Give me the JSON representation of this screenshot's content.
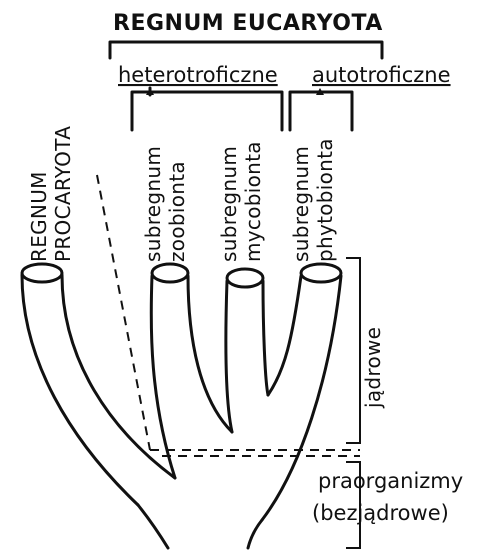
{
  "title": "REGNUM EUCARYOTA",
  "groups": {
    "heterotrophic": "heterotroficzne",
    "autotrophic": "autotroficzne"
  },
  "regnum_procaryota": {
    "line1": "REGNUM",
    "line2": "PROCARYOTA"
  },
  "subregna": [
    {
      "line1": "subregnum",
      "line2": "zoobionta"
    },
    {
      "line1": "subregnum",
      "line2": "mycobionta"
    },
    {
      "line1": "subregnum",
      "line2": "phytobionta"
    }
  ],
  "side_labels": {
    "nuclear": "jądrowe",
    "pre_organisms_1": "praorganizmy",
    "pre_organisms_2": "(bezjądrowe)"
  }
}
